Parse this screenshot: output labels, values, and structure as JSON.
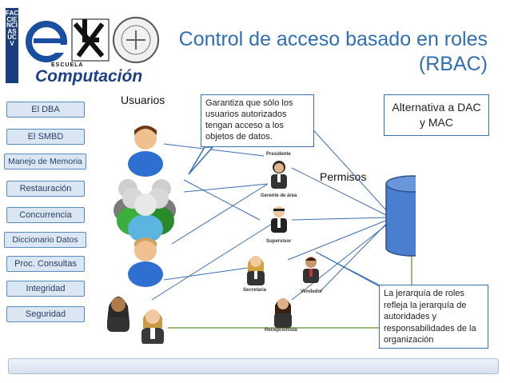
{
  "title": "Control de acceso basado en roles (RBAC)",
  "logo": {
    "strip_text": "FACCIENCIAS UCV",
    "school_small": "ESCUELA",
    "school_big": "Computación"
  },
  "nav": {
    "items": [
      "El DBA",
      "El SMBD",
      "Manejo de Memoria",
      "Restauración",
      "Concurrencia",
      "Diccionario Datos",
      "Proc. Consultas",
      "Integridad",
      "Seguridad"
    ]
  },
  "labels": {
    "usuarios": "Usuarios",
    "permisos": "Permisos"
  },
  "callouts": {
    "garantiza": "Garantiza que sólo los usuarios autorizados tengan acceso a los objetos de datos.",
    "alternativa": "Alternativa a DAC y MAC",
    "jerarquia": "La jerarquía de roles refleja la jerarquía de autoridades y responsabilidades de la organización"
  },
  "roles": {
    "presidente": "Presidente",
    "gerente": "Gerente de área",
    "supervisor": "Supervisor",
    "secretaria": "Secretaria",
    "vendedor": "Vendedor",
    "recepcionista": "Recepcionista"
  },
  "colors": {
    "title": "#2e6fb6",
    "accent_blue": "#3a6eb5",
    "database": "#4a7fd0",
    "line_green": "#7aa84a"
  }
}
